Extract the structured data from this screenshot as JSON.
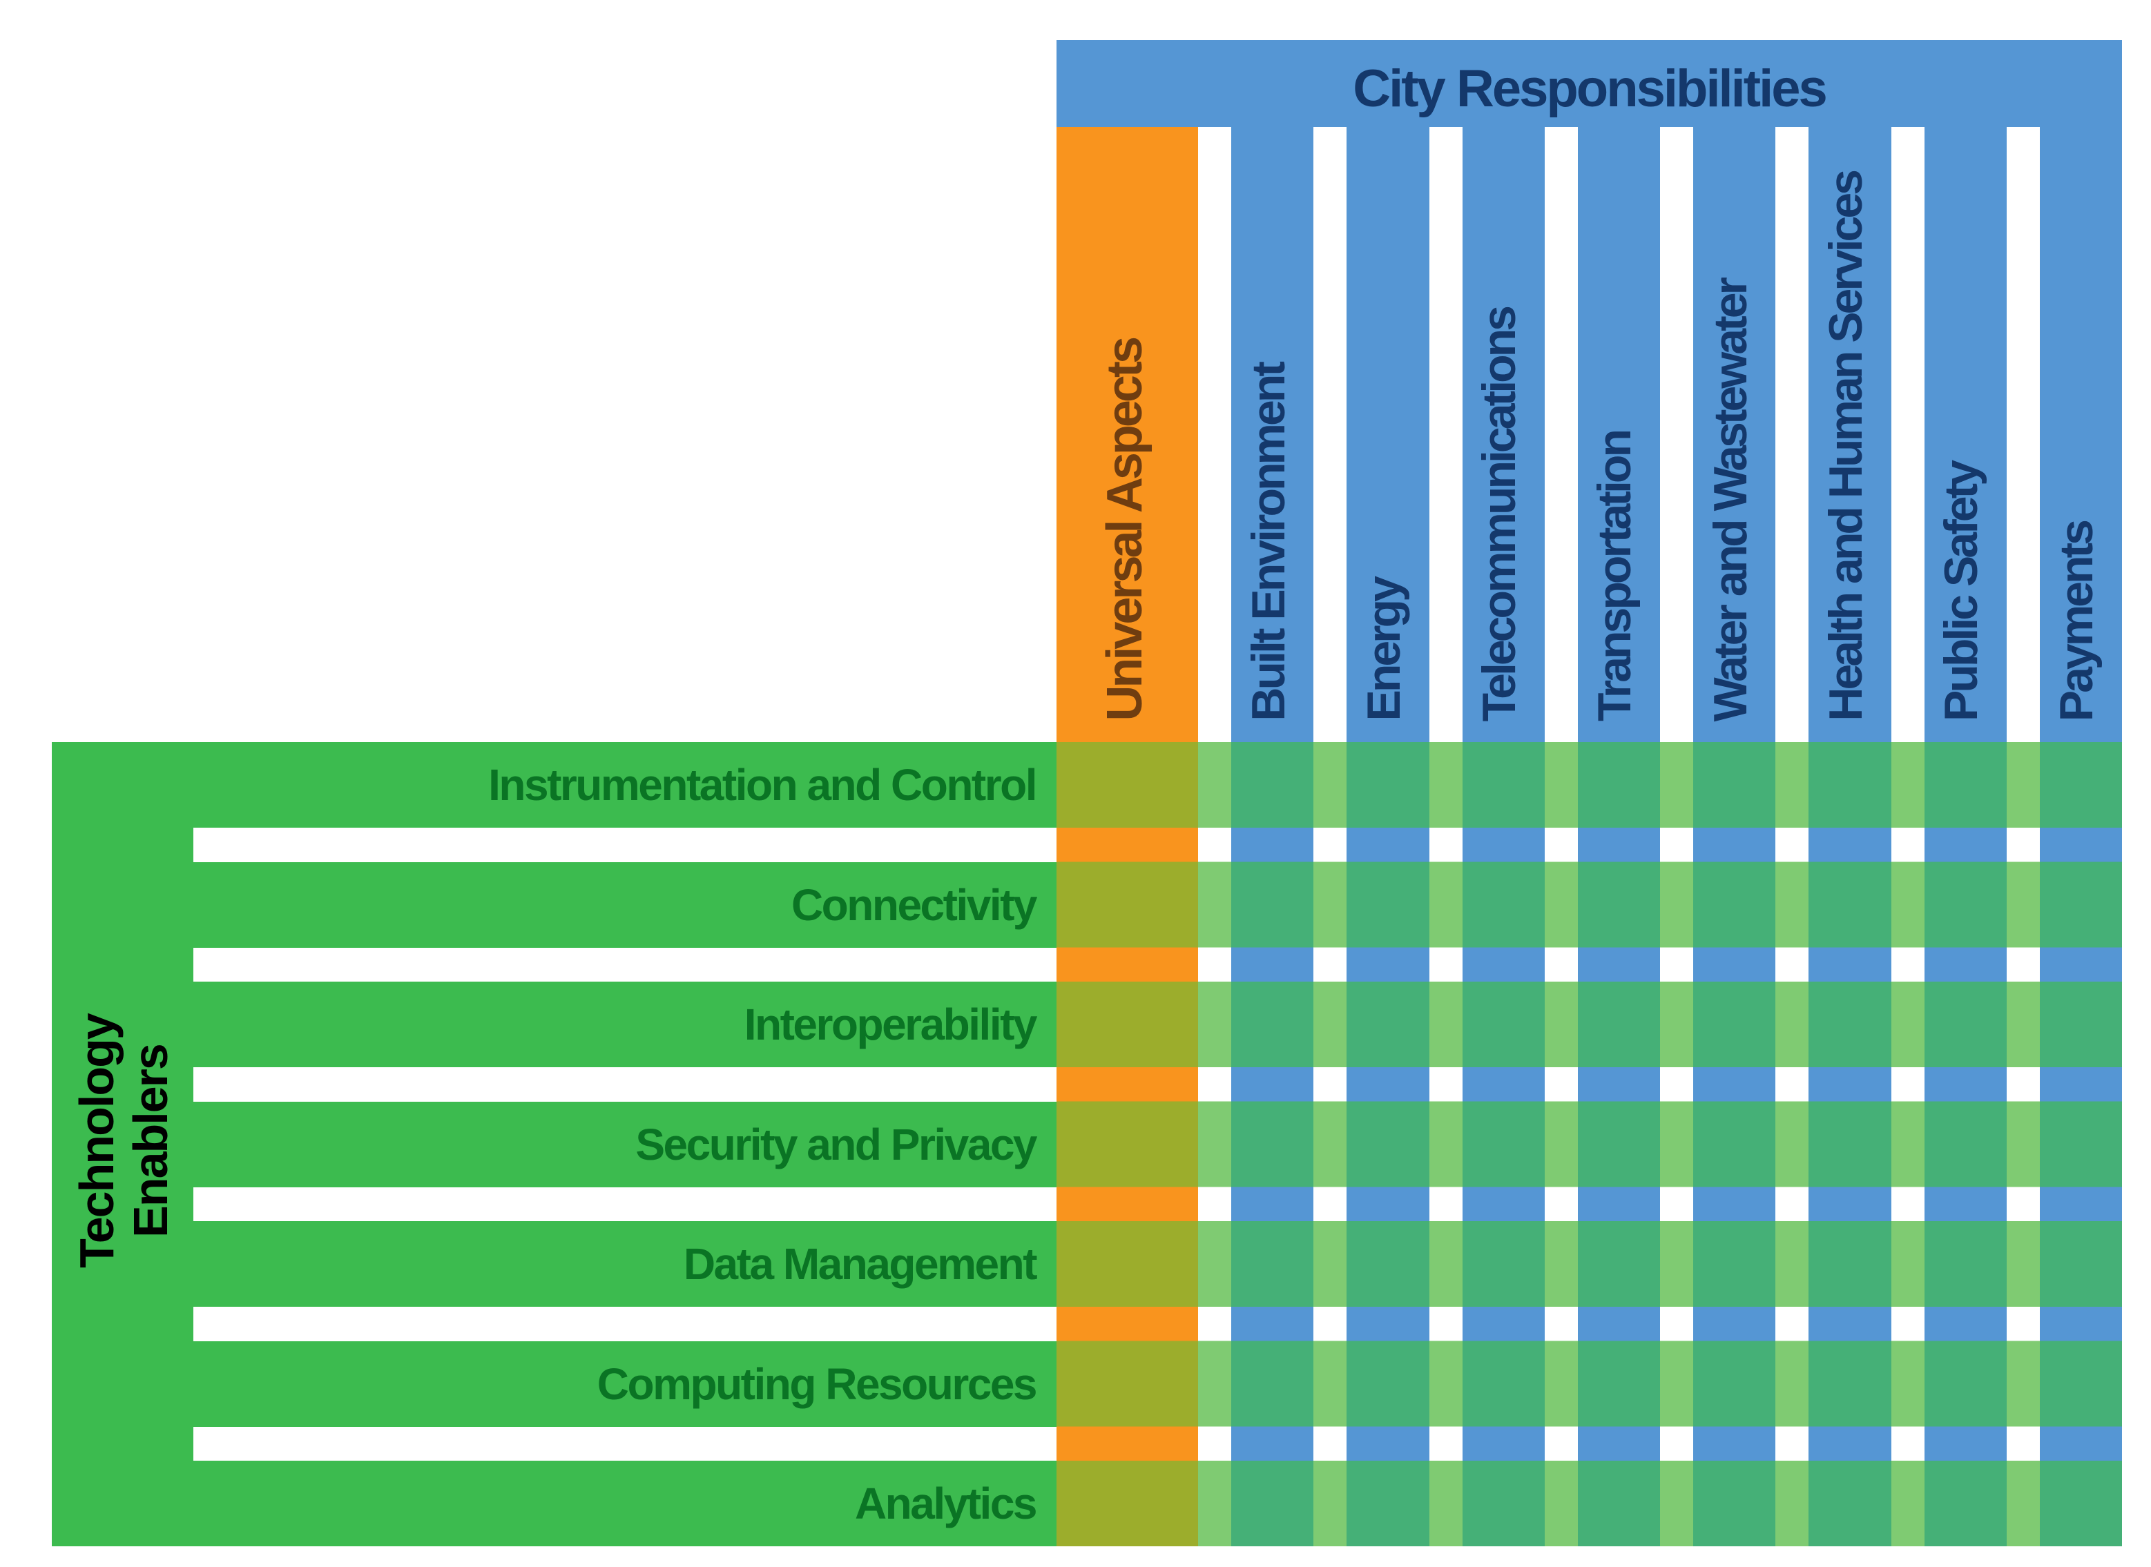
{
  "header": {
    "title": "City Responsibilities"
  },
  "left_header": {
    "line1": "Technology",
    "line2": "Enablers"
  },
  "columns": [
    {
      "label": "Universal Aspects",
      "type": "universal"
    },
    {
      "label": "Built Environment",
      "type": "city"
    },
    {
      "label": "Energy",
      "type": "city"
    },
    {
      "label": "Telecommunications",
      "type": "city"
    },
    {
      "label": "Transportation",
      "type": "city"
    },
    {
      "label": "Water and Wastewater",
      "type": "city"
    },
    {
      "label": "Health and Human Services",
      "type": "city"
    },
    {
      "label": "Public Safety",
      "type": "city"
    },
    {
      "label": "Payments",
      "type": "city"
    }
  ],
  "rows": [
    {
      "label": "Instrumentation and Control"
    },
    {
      "label": "Connectivity"
    },
    {
      "label": "Interoperability"
    },
    {
      "label": "Security and Privacy"
    },
    {
      "label": "Data Management"
    },
    {
      "label": "Computing Resources"
    },
    {
      "label": "Analytics"
    }
  ],
  "colors": {
    "green": "#3CBB4F",
    "blue": "#5596D4",
    "orange": "#F9941E",
    "olive": "#9CAD2C",
    "teal": "#45B077",
    "light_green": "#7FCB72",
    "white": "#FFFFFF",
    "header_text": "#14386B",
    "column_text": "#14386B",
    "universal_text": "#6F3D10",
    "row_text": "#0A7424",
    "left_text": "#000000",
    "header_top_line": "#76849B"
  }
}
